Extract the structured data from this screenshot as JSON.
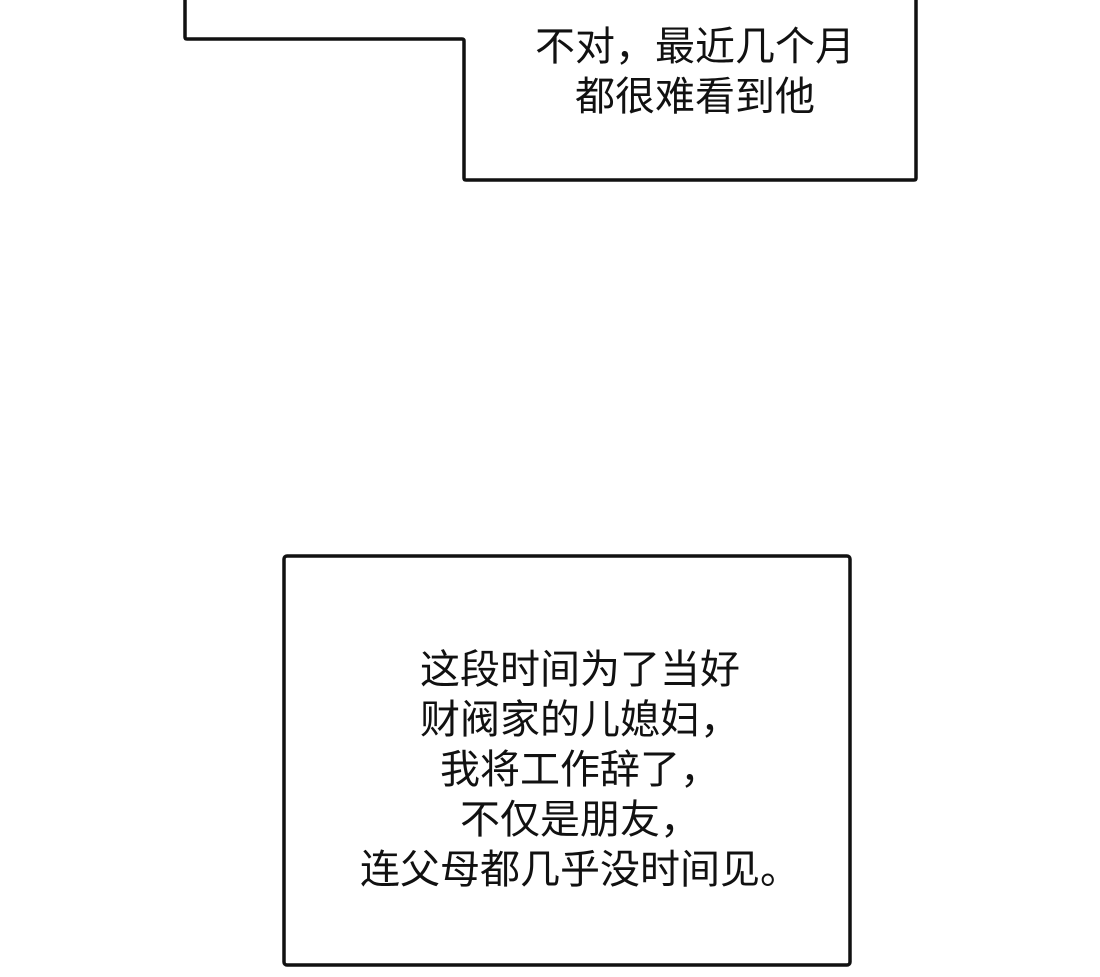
{
  "panels": {
    "top_caption": {
      "lines": [
        "不对，最近几个月",
        "都很难看到他"
      ]
    },
    "bottom_caption": {
      "lines": [
        "这段时间为了当好",
        "财阀家的儿媳妇，",
        "我将工作辞了，",
        "不仅是朋友，",
        "连父母都几乎没时间见。"
      ]
    }
  },
  "colors": {
    "border": "#111111",
    "background": "#ffffff"
  }
}
